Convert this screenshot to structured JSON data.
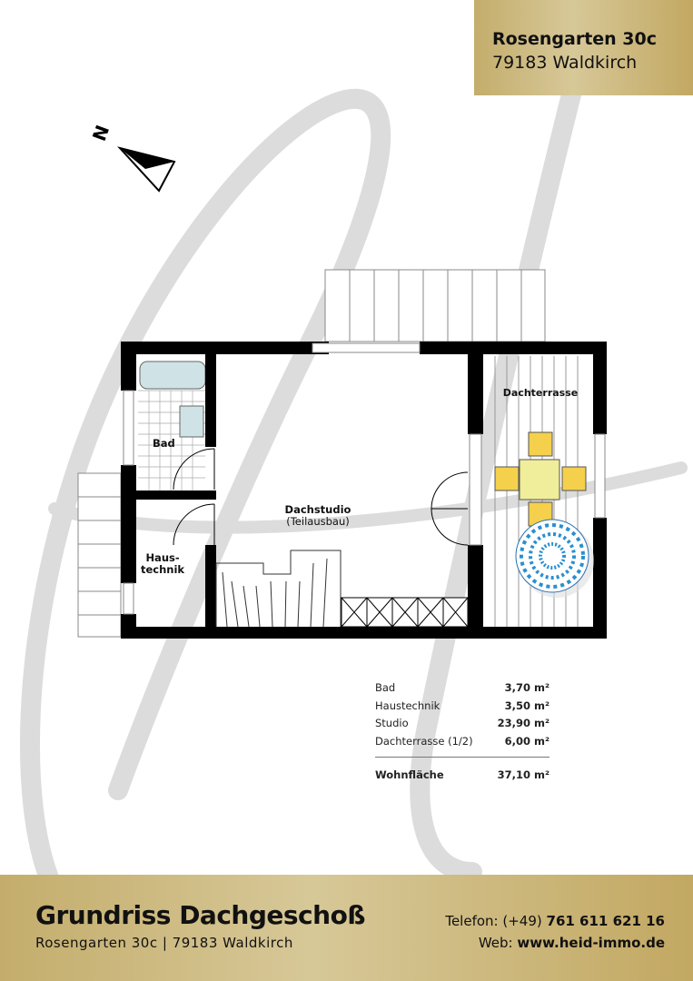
{
  "header": {
    "street": "Rosengarten 30c",
    "city": "79183 Waldkirch"
  },
  "rooms": {
    "bad": "Bad",
    "haustechnik": "Haus-\ntechnik",
    "dachstudio": "Dachstudio",
    "dachstudio_note": "(Teilausbau)",
    "dachterrasse": "Dachterrasse"
  },
  "compass": {
    "label": "N"
  },
  "areas": {
    "rows": [
      {
        "name": "Bad",
        "value": "3,70 m²"
      },
      {
        "name": "Haustechnik",
        "value": "3,50 m²"
      },
      {
        "name": "Studio",
        "value": "23,90 m²"
      },
      {
        "name": "Dachterrasse (1/2)",
        "value": "6,00 m²"
      }
    ],
    "total": {
      "name": "Wohnfläche",
      "value": "37,10 m²"
    }
  },
  "footer": {
    "title": "Grundriss Dachgeschoß",
    "subtitle": "Rosengarten 30c | 79183 Waldkirch",
    "phone_label": "Telefon:",
    "phone_prefix": "(+49)",
    "phone": "761 611 621 16",
    "web_label": "Web:",
    "web": "www.heid-immo.de"
  },
  "colors": {
    "gold": "#c9b47a",
    "wall": "#000000"
  }
}
